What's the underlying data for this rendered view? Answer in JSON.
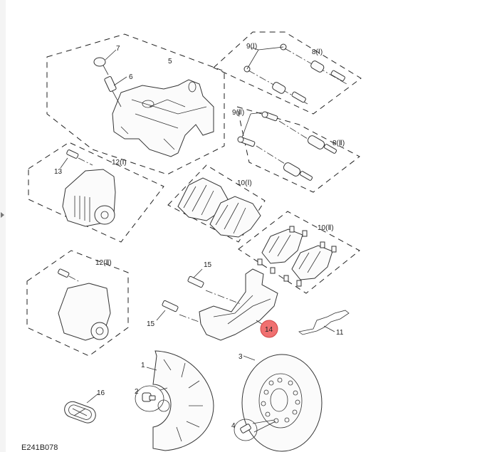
{
  "figure": {
    "id": "E241B078",
    "highlight_color": "#f07070",
    "highlighted_callout": "14"
  },
  "callouts": {
    "c1": "1",
    "c2": "2",
    "c3": "3",
    "c4": "4",
    "c5": "5",
    "c6": "6",
    "c7": "7",
    "c8a": "8(Ⅰ)",
    "c8b": "8(Ⅱ)",
    "c9a": "9(Ⅰ)",
    "c9b": "9(Ⅱ)",
    "c10a": "10(Ⅰ)",
    "c10b": "10(Ⅱ)",
    "c11": "11",
    "c12a": "12(Ⅰ)",
    "c12b": "12(Ⅱ)",
    "c13": "13",
    "c14": "14",
    "c15a": "15",
    "c15b": "15",
    "c16": "16"
  }
}
